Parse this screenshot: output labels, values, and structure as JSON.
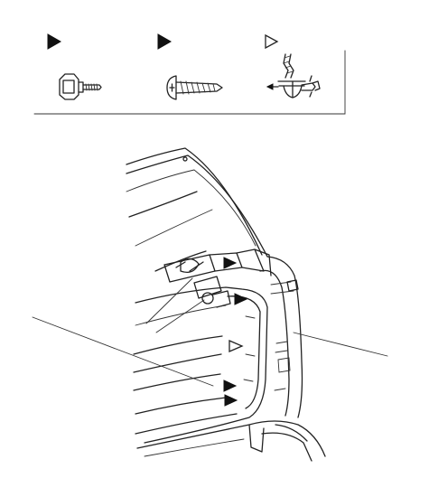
{
  "legend": {
    "items": [
      {
        "marker": "solid-triangle",
        "fastener": "flange-bolt-icon"
      },
      {
        "marker": "solid-triangle",
        "fastener": "self-tapping-screw-icon"
      },
      {
        "marker": "hollow-triangle",
        "fastener": "trim-clip-icon"
      }
    ]
  },
  "diagram": {
    "subject": "tailgate-trim-panel",
    "callout_markers": [
      "solid-triangle",
      "solid-triangle",
      "solid-triangle",
      "solid-triangle",
      "hollow-triangle"
    ]
  },
  "colors": {
    "ink": "#222222",
    "background": "#ffffff"
  }
}
